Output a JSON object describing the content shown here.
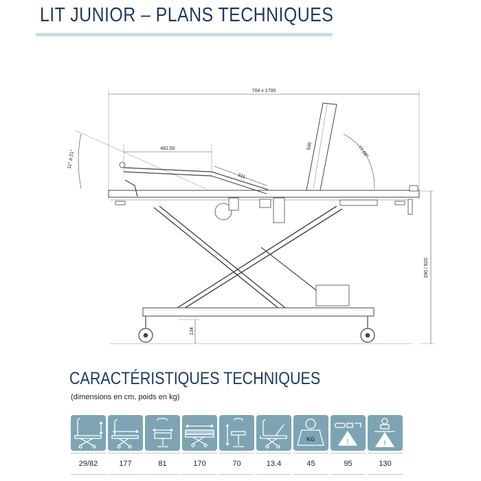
{
  "header": {
    "title": "LIT JUNIOR – PLANS TECHNIQUES"
  },
  "drawing": {
    "dimensions": {
      "overall": "704 x 1700",
      "top_arm": "482,50",
      "arm_extension": "311",
      "backrest": "506",
      "backrest_angle": "77,00°",
      "leg_angle": "11° à 21°",
      "height_range": "290 / 820",
      "clearance": "134"
    }
  },
  "specs": {
    "title": "CARACTÉRISTIQUES TECHNIQUES",
    "subtitle": "(dimensions en cm, poids en kg)",
    "icons": [
      {
        "icon": "bed-height-icon"
      },
      {
        "icon": "bed-length-icon"
      },
      {
        "icon": "bed-width-icon"
      },
      {
        "icon": "mattress-icon"
      },
      {
        "icon": "seat-height-icon"
      },
      {
        "icon": "backrest-angle-icon"
      },
      {
        "icon": "weight-icon",
        "badge": "KG"
      },
      {
        "icon": "load-warning-icon"
      },
      {
        "icon": "max-user-weight-icon"
      }
    ],
    "values": [
      "29/82",
      "177",
      "81",
      "170",
      "70",
      "13.4",
      "45",
      "95",
      "130"
    ]
  }
}
